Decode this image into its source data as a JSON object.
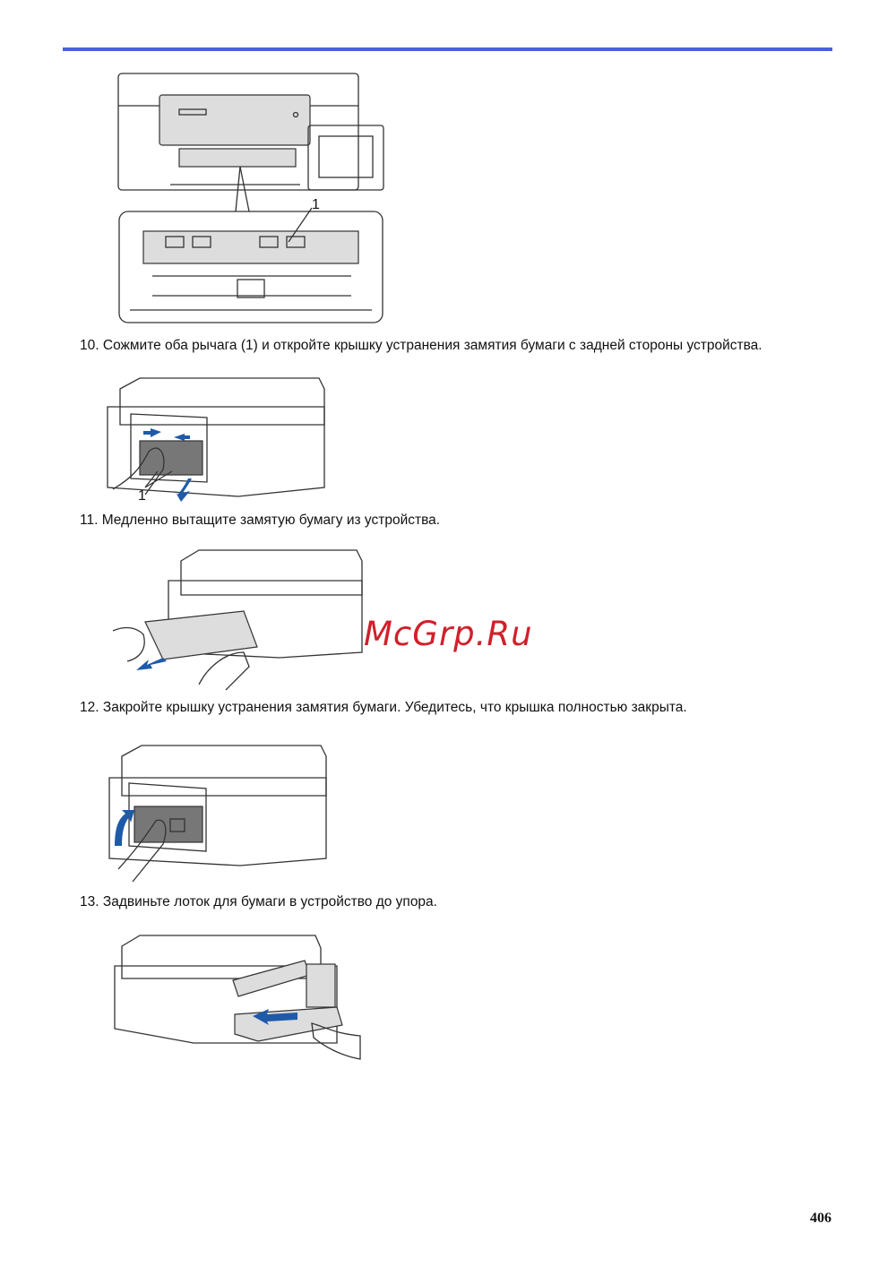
{
  "steps": [
    {
      "number": "10.",
      "text": "Сожмите оба рычага (1) и откройте крышку устранения замятия бумаги с задней стороны устройства."
    },
    {
      "number": "11.",
      "text": "Медленно вытащите замятую бумагу из устройства."
    },
    {
      "number": "12.",
      "text": "Закройте крышку устранения замятия бумаги. Убедитесь, что крышка полностью закрыта."
    },
    {
      "number": "13.",
      "text": "Задвиньте лоток для бумаги в устройство до упора."
    }
  ],
  "figures": {
    "fig1_callout": "1",
    "fig2_callout": "1"
  },
  "watermark": "McGrp.Ru",
  "page_number": "406",
  "colors": {
    "rule": "#4a62d6",
    "arrow": "#1f5aa8",
    "watermark": "#d0202a"
  }
}
